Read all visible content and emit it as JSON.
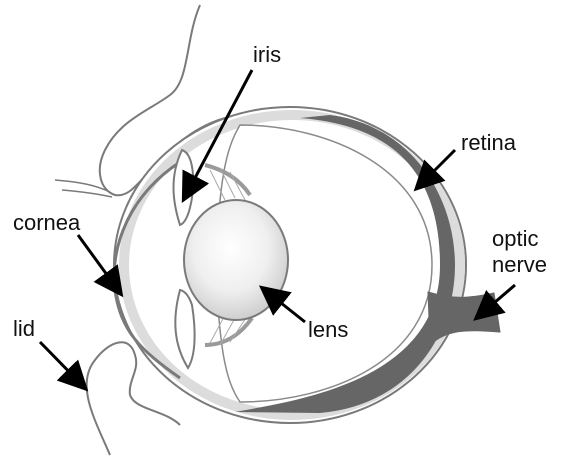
{
  "labels": {
    "iris": "iris",
    "retina": "retina",
    "cornea": "cornea",
    "optic_line1": "optic",
    "optic_line2": "nerve",
    "lid": "lid",
    "lens": "lens"
  },
  "colors": {
    "outline": "#7a7a7a",
    "retina_fill": "#666666",
    "sclera_fill": "#d9d9d9",
    "lens_fill": "#ececec",
    "arrow": "#000000"
  }
}
